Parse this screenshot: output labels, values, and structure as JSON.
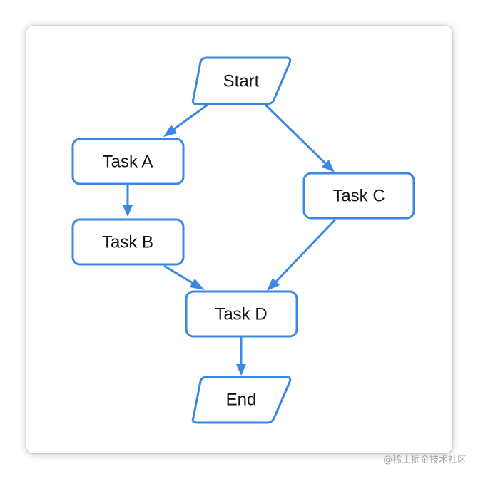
{
  "diagram": {
    "type": "flowchart",
    "nodes": [
      {
        "id": "start",
        "label": "Start",
        "shape": "parallelogram"
      },
      {
        "id": "task_a",
        "label": "Task A",
        "shape": "rounded-rect"
      },
      {
        "id": "task_b",
        "label": "Task B",
        "shape": "rounded-rect"
      },
      {
        "id": "task_c",
        "label": "Task C",
        "shape": "rounded-rect"
      },
      {
        "id": "task_d",
        "label": "Task D",
        "shape": "rounded-rect"
      },
      {
        "id": "end",
        "label": "End",
        "shape": "parallelogram"
      }
    ],
    "edges": [
      {
        "from": "start",
        "to": "task_a"
      },
      {
        "from": "start",
        "to": "task_c"
      },
      {
        "from": "task_a",
        "to": "task_b"
      },
      {
        "from": "task_b",
        "to": "task_d"
      },
      {
        "from": "task_c",
        "to": "task_d"
      },
      {
        "from": "task_d",
        "to": "end"
      }
    ],
    "colors": {
      "stroke": "#3b87e4",
      "fill": "#ffffff",
      "text": "#111111"
    }
  },
  "watermark": "@稀土掘金技术社区"
}
